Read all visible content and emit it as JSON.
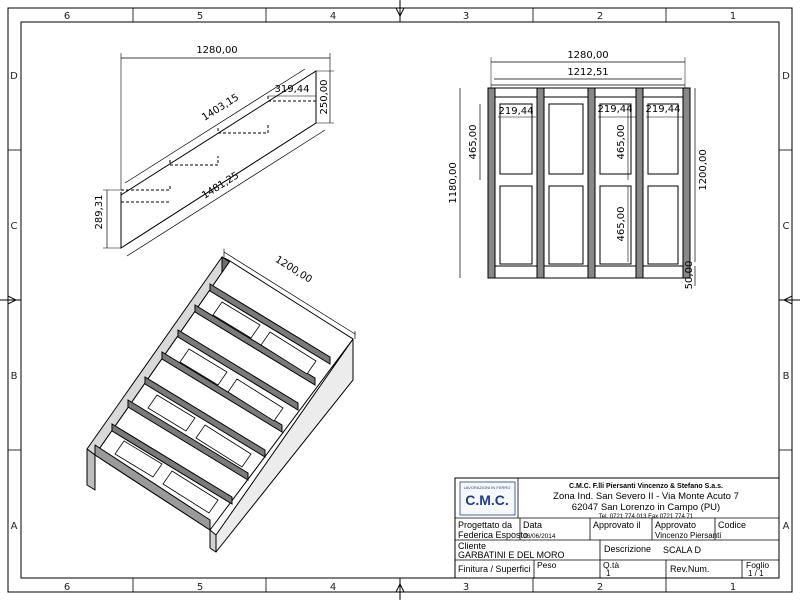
{
  "sheet": {
    "col_labels": [
      "6",
      "5",
      "4",
      "3",
      "2",
      "1"
    ],
    "row_labels": [
      "D",
      "C",
      "B",
      "A"
    ]
  },
  "side_view": {
    "dim_top": "1280,00",
    "dim_slope": "1403,15",
    "dim_step_run": "319,44",
    "dim_step_rise": "250,00",
    "dim_bottom_slope": "1481,25",
    "dim_left": "289,31"
  },
  "front_view": {
    "dim_overall": "1280,00",
    "dim_inner": "1212,51",
    "dim_tread_1": "219,44",
    "dim_tread_2": "219,44",
    "dim_tread_3": "219,44",
    "dim_panel_h1": "465,00",
    "dim_panel_h2": "465,00",
    "dim_panel_h3": "465,00",
    "dim_height_left": "1180,00",
    "dim_height_right": "1200,00",
    "dim_base": "50,00"
  },
  "iso_view": {
    "dim_width": "1200,00"
  },
  "title_block": {
    "company_name": "C.M.C. F.lli Piersanti Vincenzo & Stefano S.a.s.",
    "address_1": "Zona Ind. San Severo II - Via Monte Acuto 7",
    "address_2": "62047 San Lorenzo in Campo (PU)",
    "phone": "Tel. 0721 774 013 Fax 0721 774 71",
    "logo_text": "C.M.C.",
    "logo_top": "LAVORAZIONI IN FERRO",
    "designed_by_label": "Progettato da",
    "designed_by": "Federica Esposto",
    "date_label": "Data",
    "date": "06/06/2014",
    "approved_label": "Approvato il",
    "approved_by_label": "Approvato",
    "approved_by": "Vincenzo Piersanti",
    "code_label": "Codice",
    "client_label": "Cliente",
    "client": "GARBATINI E DEL MORO",
    "description_label": "Descrizione",
    "description": "SCALA D",
    "finish_label": "Finitura / Superfici",
    "weight_label": "Peso",
    "qty_label": "Q.tà",
    "qty": "1",
    "rev_label": "Rev.Num.",
    "sheet_label": "Foglio",
    "sheet_value": "1 / 1"
  }
}
